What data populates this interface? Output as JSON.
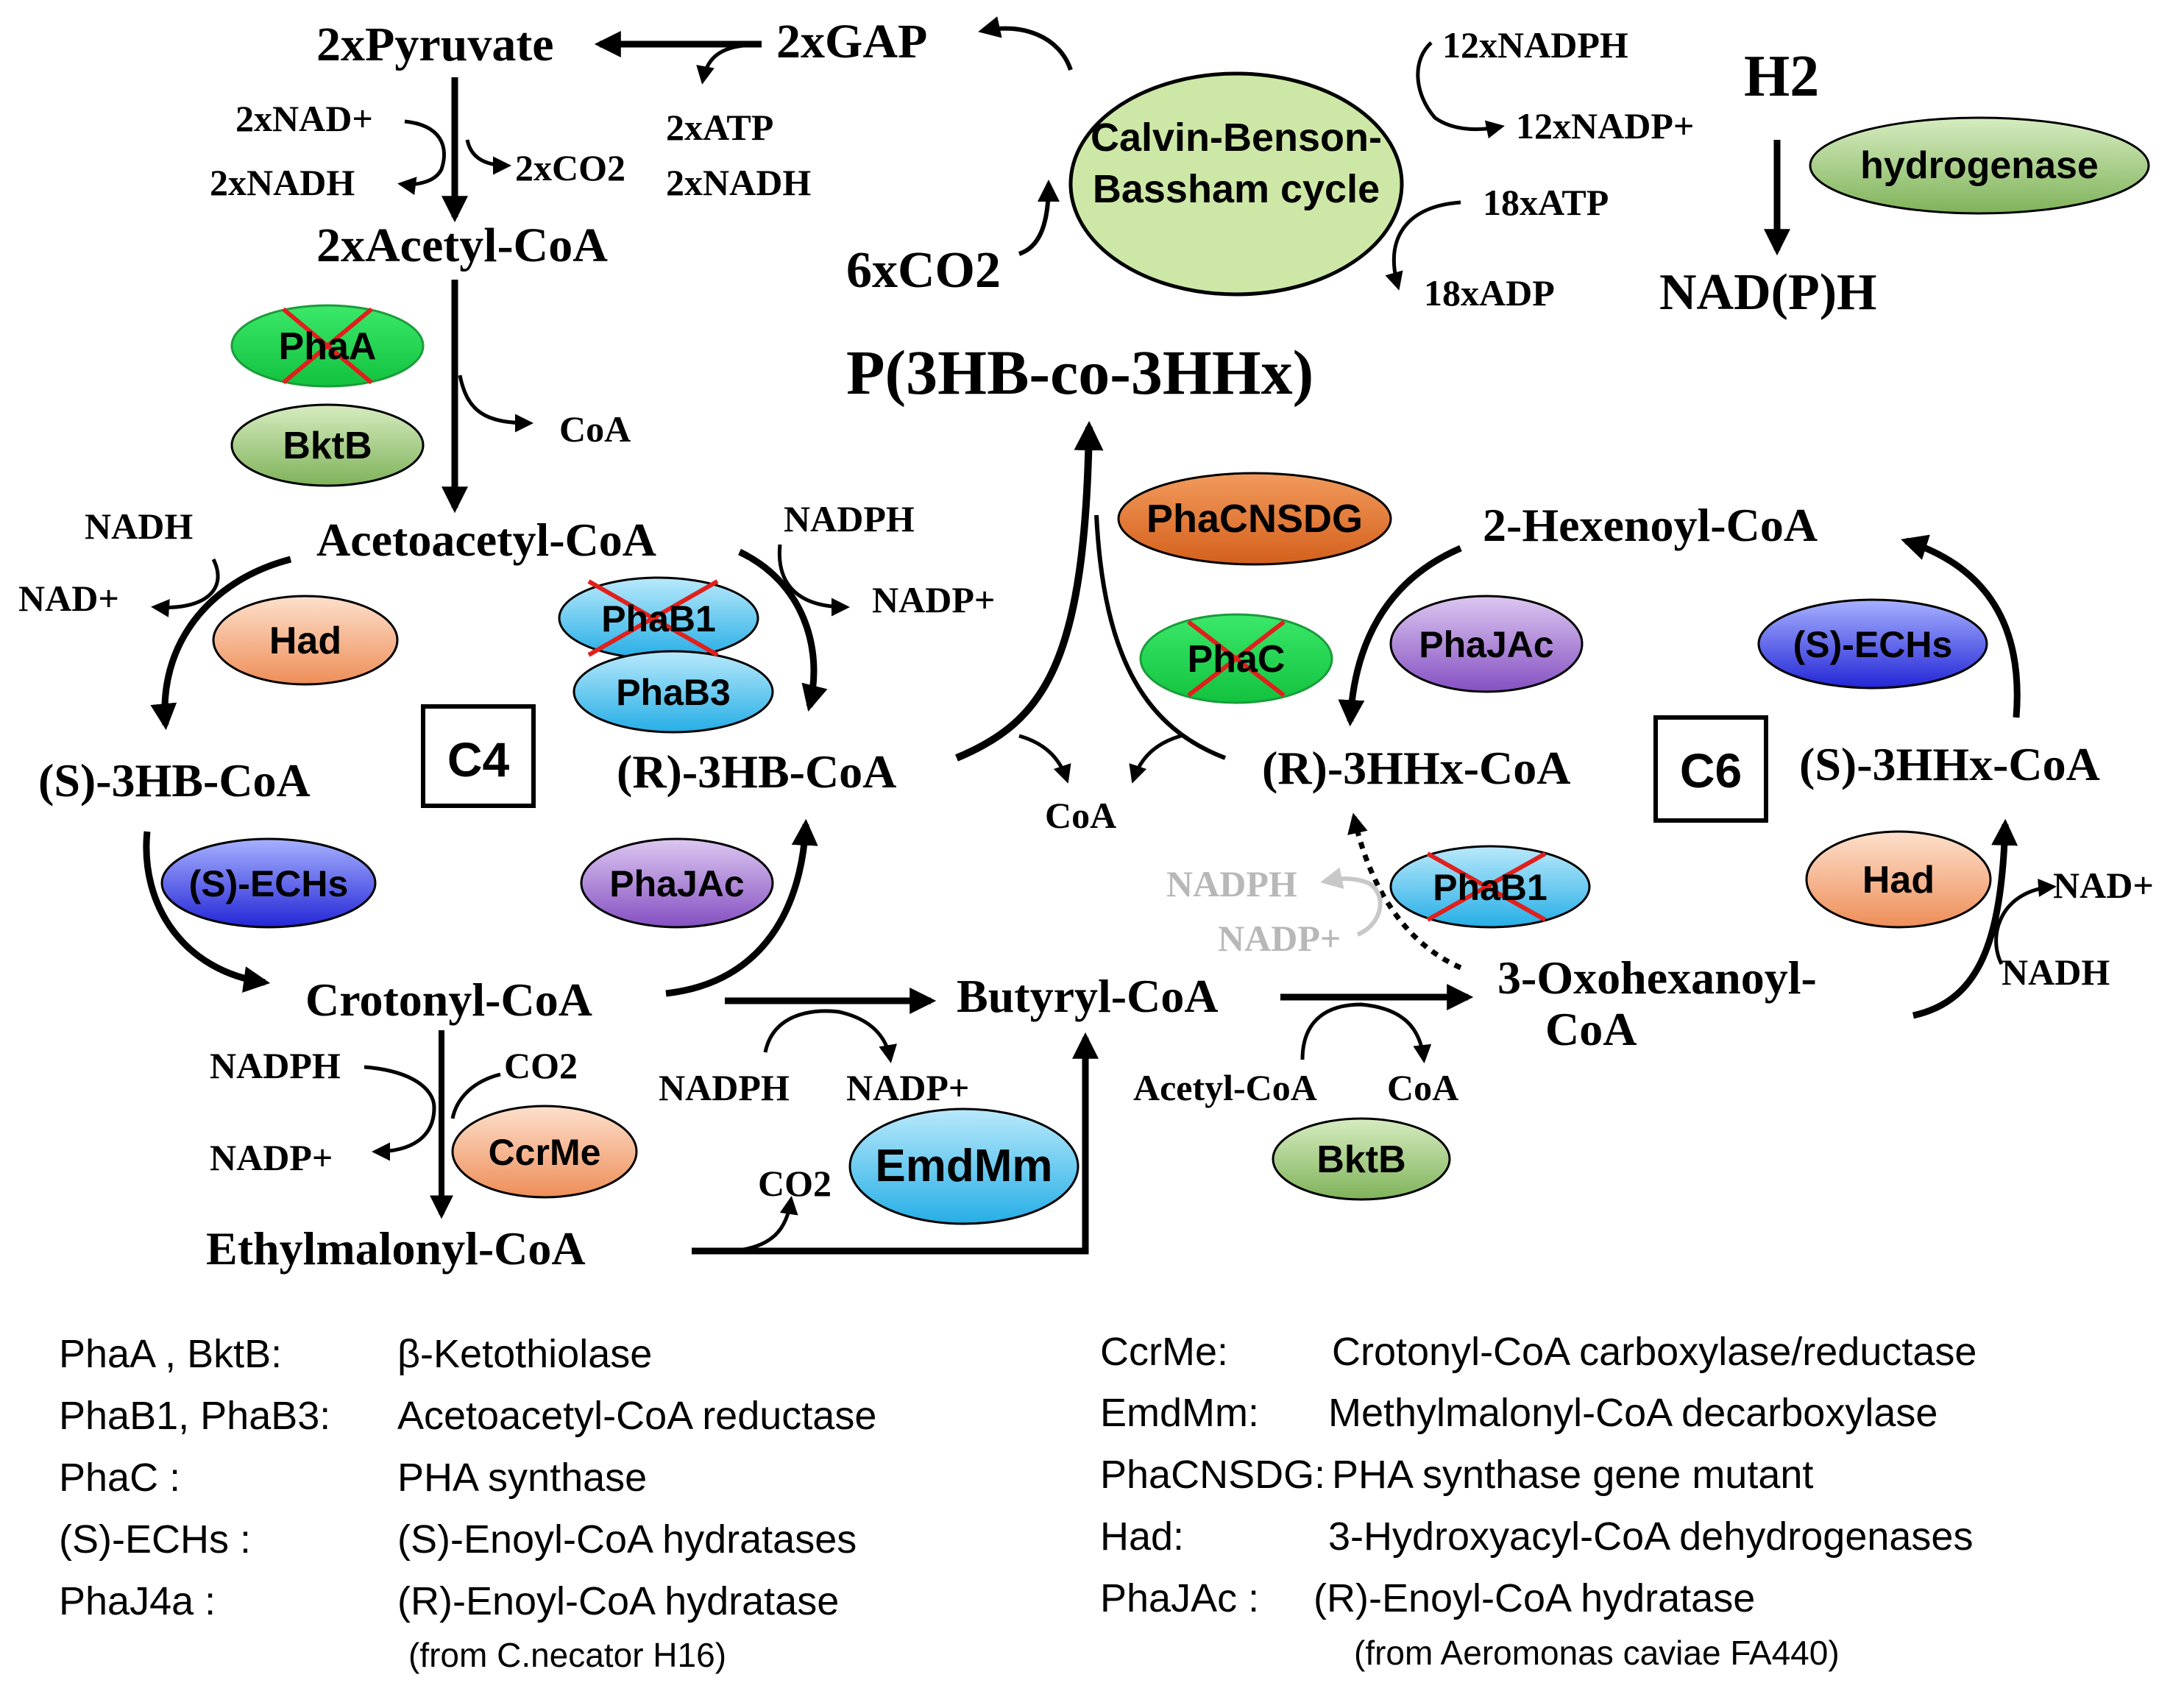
{
  "metabolites": {
    "pyruvate": "2xPyruvate",
    "gap": "2xGAP",
    "acetyl_coa_2x": "2xAcetyl-CoA",
    "acetoacetyl_coa": "Acetoacetyl-CoA",
    "s_3hb_coa": "(S)-3HB-CoA",
    "r_3hb_coa": "(R)-3HB-CoA",
    "crotonyl_coa": "Crotonyl-CoA",
    "ethylmalonyl_coa": "Ethylmalonyl-CoA",
    "butyryl_coa": "Butyryl-CoA",
    "oxohexanoyl_coa_1": "3-Oxohexanoyl-",
    "oxohexanoyl_coa_2": "CoA",
    "r_3hhx_coa": "(R)-3HHx-CoA",
    "s_3hhx_coa": "(S)-3HHx-CoA",
    "hexenoyl_coa": "2-Hexenoyl-CoA",
    "product": "P(3HB-co-3HHx)",
    "h2": "H2",
    "nadph_out": "NAD(P)H",
    "co2_6x": "6xCO2"
  },
  "cofactors": {
    "nad_2x": "2xNAD+",
    "nadh_2x": "2xNADH",
    "co2_2x": "2xCO2",
    "atp_2x": "2xATP",
    "nadh_2x_b": "2xNADH",
    "coa_1": "CoA",
    "nadph_12x": "12xNADPH",
    "nadp_12x": "12xNADP+",
    "atp_18x": "18xATP",
    "adp_18x": "18xADP",
    "nadh_left": "NADH",
    "nad_left": "NAD+",
    "nadph_mid": "NADPH",
    "nadp_mid": "NADP+",
    "coa_center": "CoA",
    "nadph_cr": "NADPH",
    "co2_cr": "CO2",
    "nadp_cr": "NADP+",
    "nadph_bu": "NADPH",
    "nadp_bu": "NADP+",
    "co2_em": "CO2",
    "acetyl_coa_bk": "Acetyl-CoA",
    "coa_bk": "CoA",
    "nadph_grey": "NADPH",
    "nadp_grey": "NADP+",
    "nad_right": "NAD+",
    "nadh_right": "NADH"
  },
  "enzymes": {
    "cbb": [
      "Calvin-Benson-",
      "Bassham cycle"
    ],
    "hydrogenase": "hydrogenase",
    "phaA": "PhaA",
    "bktB_1": "BktB",
    "had_1": "Had",
    "phaB1_1": "PhaB1",
    "phaB3": "PhaB3",
    "s_echs_1": "(S)-ECHs",
    "phaJac_1": "PhaJAc",
    "ccrMe": "CcrMe",
    "emdMm": "EmdMm",
    "phaC_nsdg": "PhaCNSDG",
    "phaC": "PhaC",
    "phaJac_2": "PhaJAc",
    "phaB1_2": "PhaB1",
    "s_echs_2": "(S)-ECHs",
    "had_2": "Had",
    "bktB_2": "BktB"
  },
  "boxes": {
    "c4": "C4",
    "c6": "C6"
  },
  "colors": {
    "cbb_fill": "#cde8a6",
    "green_light": "#8fc16a",
    "green_bright": "#22d452",
    "orange_light": "#f5ad82",
    "orange_dark": "#e0702c",
    "blue_light": "#4fc3ef",
    "blue_dark": "#3b3fe0",
    "purple": "#8e5bc8",
    "red_cross": "#e0201c",
    "grey_arrow": "#c8c8c8"
  },
  "legend_left": [
    {
      "key": "PhaA , BktB:",
      "value": "β-Ketothiolase"
    },
    {
      "key": "PhaB1, PhaB3:",
      "value": "Acetoacetyl-CoA reductase"
    },
    {
      "key": "PhaC :",
      "value": "PHA synthase"
    },
    {
      "key": "(S)-ECHs :",
      "value": "(S)-Enoyl-CoA hydratases"
    },
    {
      "key": "PhaJ4a :",
      "value": "(R)-Enoyl-CoA hydratase"
    }
  ],
  "legend_left_note": "(from C.necator H16)",
  "legend_right": [
    {
      "key": "CcrMe:",
      "value": "Crotonyl-CoA carboxylase/reductase"
    },
    {
      "key": "EmdMm:",
      "value": "Methylmalonyl-CoA decarboxylase"
    },
    {
      "key": "PhaCNSDG:",
      "value": "PHA synthase gene mutant"
    },
    {
      "key": "Had:",
      "value": "3-Hydroxyacyl-CoA dehydrogenases"
    },
    {
      "key": "PhaJAc :",
      "value": "(R)-Enoyl-CoA hydratase"
    }
  ],
  "legend_right_note": "(from Aeromonas caviae FA440)"
}
